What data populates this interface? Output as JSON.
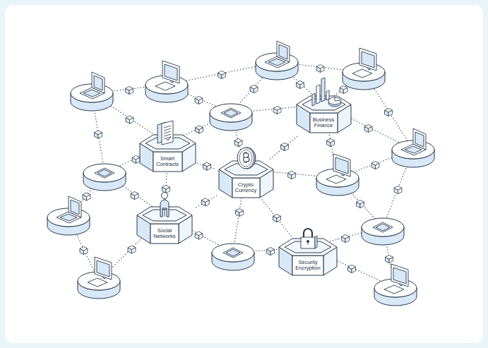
{
  "diagram": {
    "nodes": [
      {
        "text": [
          "Business Finance"
        ]
      },
      {
        "text": [
          "Smart Contracts"
        ]
      },
      {
        "text": [
          "Crypto Currency"
        ]
      },
      {
        "text": [
          "Social Networks"
        ]
      },
      {
        "text": [
          "Security Encryption"
        ]
      }
    ],
    "edges": [
      {
        "from": 1,
        "to": 2,
        "arrow": "none"
      },
      {
        "from": 2,
        "to": 0,
        "arrow": "none"
      },
      {
        "from": 2,
        "to": 3,
        "arrow": "none"
      },
      {
        "from": 2,
        "to": 4,
        "arrow": "none"
      },
      {
        "from": 1,
        "to": 3,
        "arrow": "none"
      }
    ]
  }
}
